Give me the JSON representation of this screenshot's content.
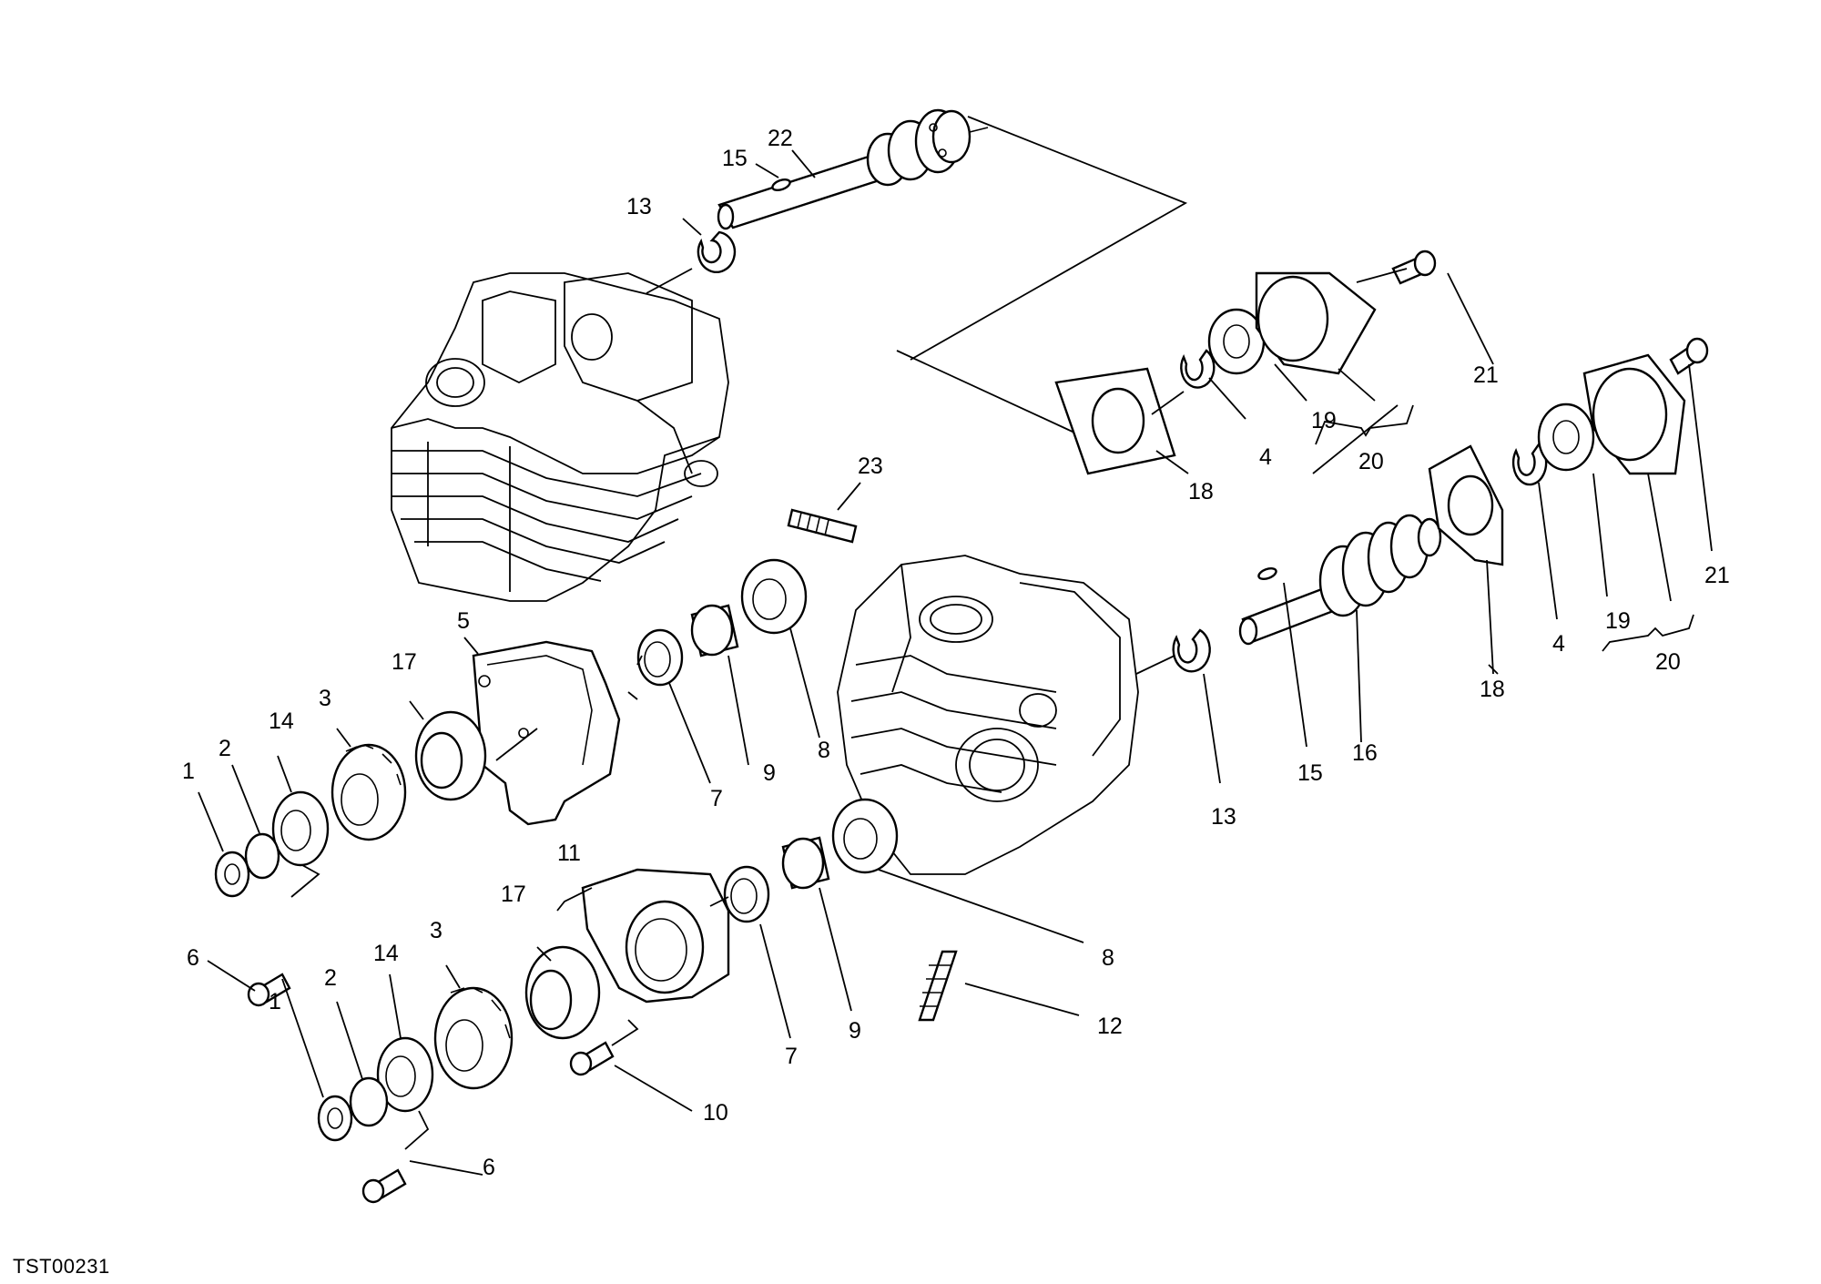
{
  "diagram": {
    "document_code": "TST00231",
    "labels": [
      {
        "id": "l1",
        "text": "1"
      },
      {
        "id": "l2",
        "text": "2"
      },
      {
        "id": "l14",
        "text": "14"
      },
      {
        "id": "l3",
        "text": "3"
      },
      {
        "id": "l17",
        "text": "17"
      },
      {
        "id": "l5",
        "text": "5"
      },
      {
        "id": "l6",
        "text": "6"
      },
      {
        "id": "l7",
        "text": "7"
      },
      {
        "id": "l9",
        "text": "9"
      },
      {
        "id": "l8",
        "text": "8"
      },
      {
        "id": "l11",
        "text": "11"
      },
      {
        "id": "l1b",
        "text": "1"
      },
      {
        "id": "l2b",
        "text": "2"
      },
      {
        "id": "l14b",
        "text": "14"
      },
      {
        "id": "l3b",
        "text": "3"
      },
      {
        "id": "l17b",
        "text": "17"
      },
      {
        "id": "l6b",
        "text": "6"
      },
      {
        "id": "l10",
        "text": "10"
      },
      {
        "id": "l7b",
        "text": "7"
      },
      {
        "id": "l9b",
        "text": "9"
      },
      {
        "id": "l8b",
        "text": "8"
      },
      {
        "id": "l12",
        "text": "12"
      },
      {
        "id": "l13",
        "text": "13"
      },
      {
        "id": "l15",
        "text": "15"
      },
      {
        "id": "l22",
        "text": "22"
      },
      {
        "id": "l23",
        "text": "23"
      },
      {
        "id": "l18",
        "text": "18"
      },
      {
        "id": "l4",
        "text": "4"
      },
      {
        "id": "l19",
        "text": "19"
      },
      {
        "id": "l20",
        "text": "20"
      },
      {
        "id": "l21",
        "text": "21"
      },
      {
        "id": "l13b",
        "text": "13"
      },
      {
        "id": "l15b",
        "text": "15"
      },
      {
        "id": "l16",
        "text": "16"
      },
      {
        "id": "l18b",
        "text": "18"
      },
      {
        "id": "l4b",
        "text": "4"
      },
      {
        "id": "l19b",
        "text": "19"
      },
      {
        "id": "l20b",
        "text": "20"
      },
      {
        "id": "l21b",
        "text": "21"
      }
    ]
  }
}
